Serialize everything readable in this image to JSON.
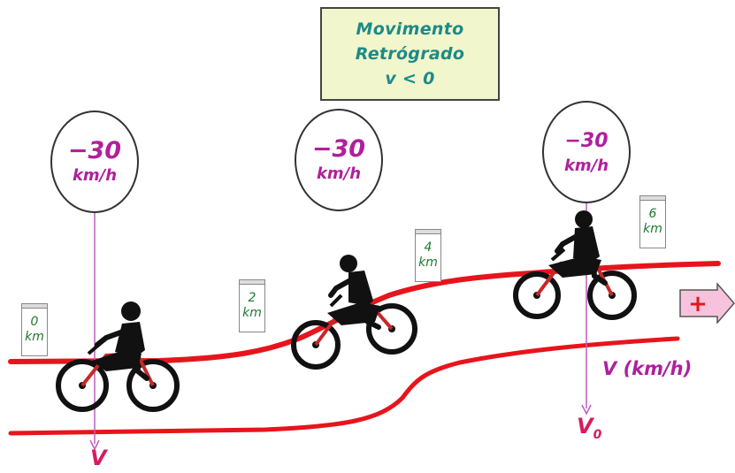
{
  "title": {
    "line1": "Movimento",
    "line2": "Retrógrado",
    "line3": "v < 0"
  },
  "bubbles": [
    {
      "value": "−30",
      "unit": "km/h"
    },
    {
      "value": "−30",
      "unit": "km/h"
    },
    {
      "value": "−30",
      "unit": "km/h"
    }
  ],
  "markers": [
    {
      "value": "0",
      "unit": "km"
    },
    {
      "value": "2",
      "unit": "km"
    },
    {
      "value": "4",
      "unit": "km"
    },
    {
      "value": "6",
      "unit": "km"
    }
  ],
  "direction_sign": "+",
  "labels": {
    "v": "V",
    "v0_main": "V",
    "v0_sub": "0",
    "axis": "V (km/h)"
  },
  "colors": {
    "road": "#e8141c",
    "title_text": "#1d8a86",
    "speed_text": "#b0209c",
    "marker_text": "#1f7a32",
    "velocity_label": "#d81b60",
    "title_bg": "#f1f6cc",
    "plus_box": "#f7c3dc"
  },
  "icons": [
    "motorcycle-rider-icon",
    "plus-arrow-icon"
  ]
}
